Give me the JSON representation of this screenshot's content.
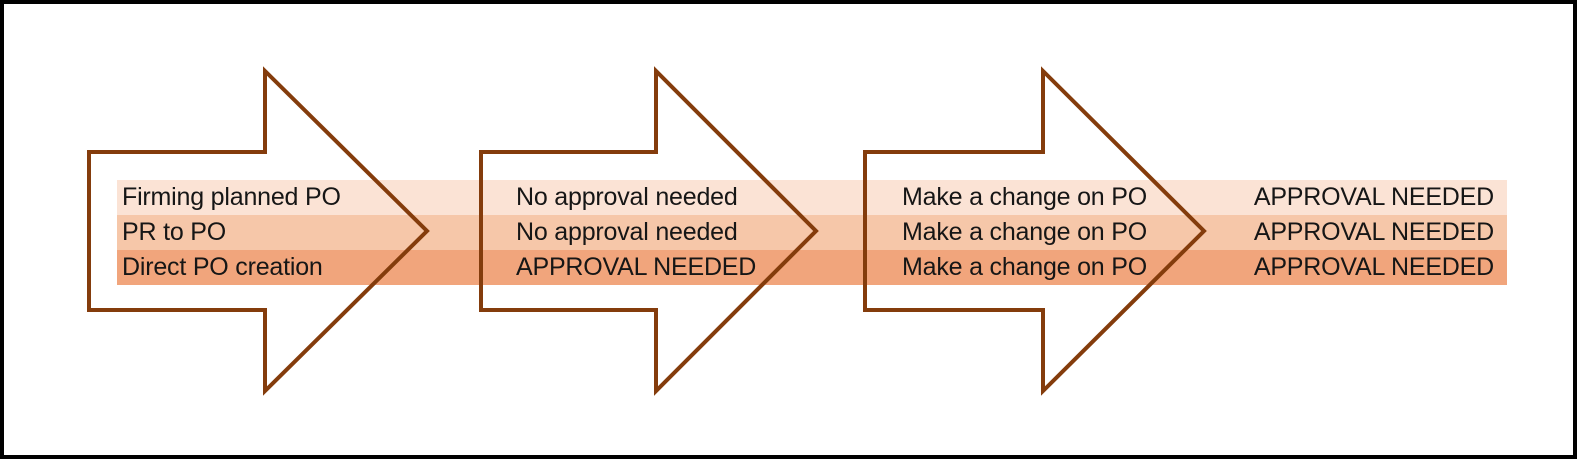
{
  "diagram": {
    "arrow_outline_color": "#843c0c",
    "text_color": "#161616",
    "frame_border_color": "#000000",
    "background_color": "#ffffff",
    "band_colors": [
      "#fbe3d5",
      "#f6c7a9",
      "#f1a57c"
    ],
    "columns": [
      "process",
      "initial_approval",
      "change_action",
      "change_approval"
    ],
    "rows": [
      {
        "cells": [
          "Firming planned PO",
          "No approval needed",
          "Make a change on PO",
          "APPROVAL NEEDED"
        ]
      },
      {
        "cells": [
          "PR to PO",
          "No approval needed",
          "Make a change on PO",
          "APPROVAL NEEDED"
        ]
      },
      {
        "cells": [
          "Direct PO creation",
          "APPROVAL NEEDED",
          "Make a change on PO",
          "APPROVAL NEEDED"
        ]
      }
    ]
  }
}
